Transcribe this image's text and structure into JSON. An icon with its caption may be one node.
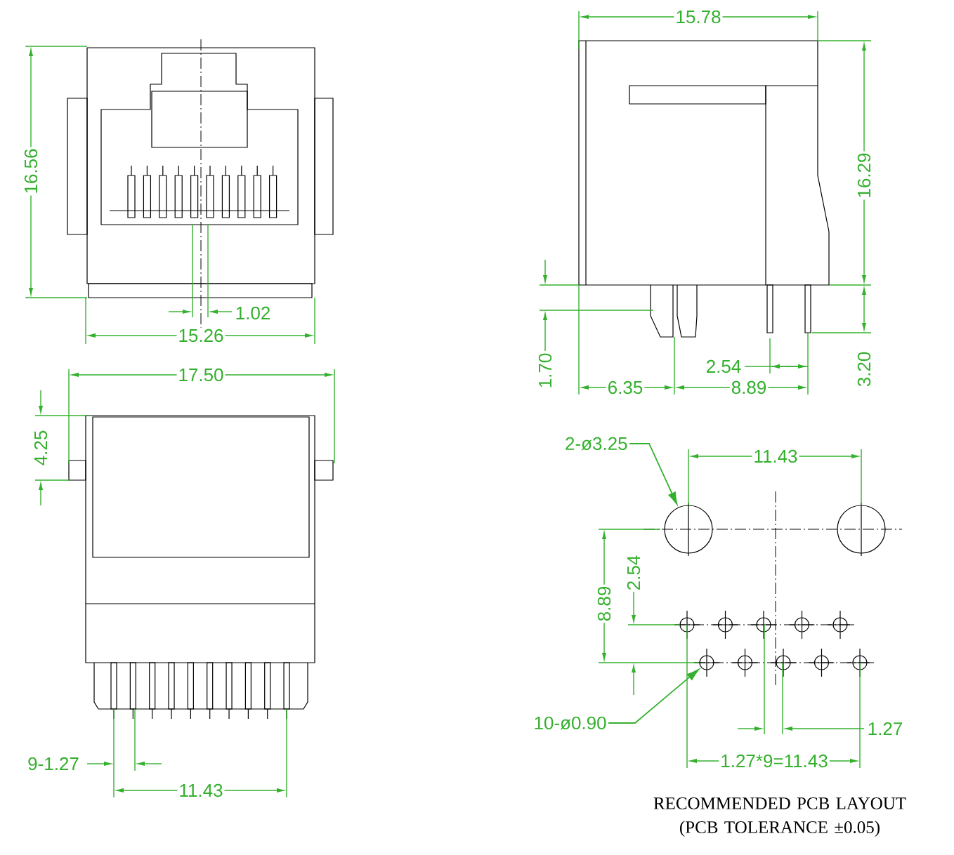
{
  "diagram": {
    "nodes": [
      {
        "text": [
          "2-ø3.25"
        ]
      },
      {
        "text": [],
        "shape": "circle"
      },
      {
        "text": [
          "10-ø0.90"
        ]
      },
      {
        "text": [],
        "shape": "circle"
      }
    ],
    "edges": [
      {
        "from": 0,
        "to": 1,
        "arrow": "to"
      },
      {
        "from": 2,
        "to": 3,
        "arrow": "to"
      }
    ],
    "labels": [
      "16.56",
      "1.02",
      "15.26",
      "15.78",
      "16.29",
      "1.70",
      "6.35",
      "2.54",
      "8.89",
      "3.20",
      "17.50",
      "4.25",
      "9-1.27",
      "11.43",
      "11.43",
      "8.89",
      "2.54",
      "1.27",
      "1.27*9=11.43",
      "RECOMMENDED PCB LAYOUT (PCB TOLERANCE ±0.05)"
    ]
  }
}
